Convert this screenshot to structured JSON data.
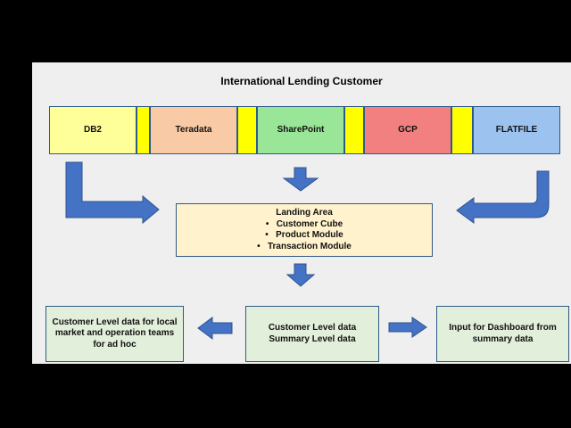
{
  "title": "International Lending Customer",
  "sources": [
    "DB2",
    "Teradata",
    "SharePoint",
    "GCP",
    "FLATFILE"
  ],
  "source_colors": [
    "#ffff99",
    "#f8cba6",
    "#99e699",
    "#f28080",
    "#9cc3ef"
  ],
  "separator_color": "#ffff00",
  "landing_area": {
    "heading": "Landing Area",
    "items": [
      "Customer Cube",
      "Product Module",
      "Transaction Module"
    ]
  },
  "outputs": {
    "left": "Customer Level data for local market and operation teams for ad hoc",
    "center_line1": "Customer Level data",
    "center_line2": "Summary Level data",
    "right": "Input for Dashboard from summary data"
  },
  "arrow_color": "#4472c4"
}
